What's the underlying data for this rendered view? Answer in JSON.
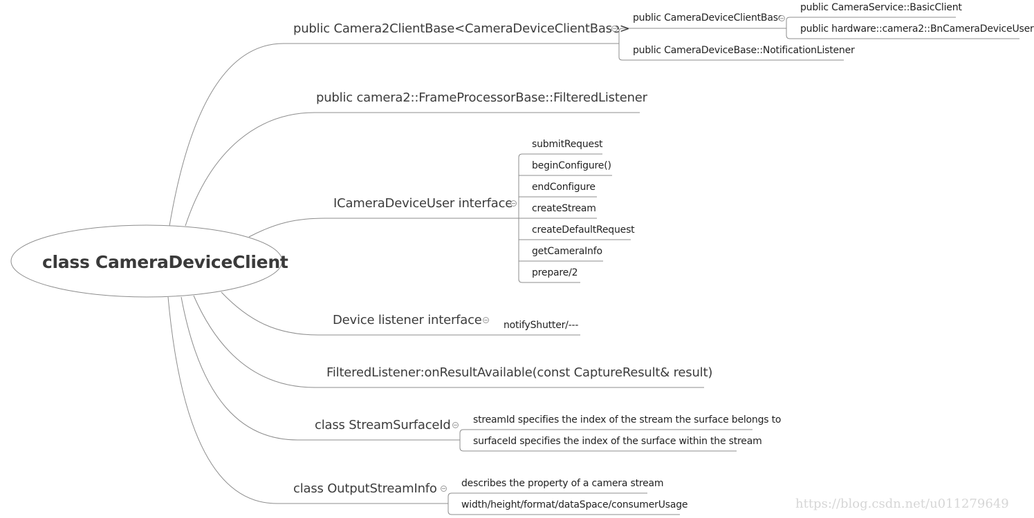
{
  "root": "class CameraDeviceClient",
  "branches": [
    {
      "label": "public Camera2ClientBase<CameraDeviceClientBase>",
      "children": [
        {
          "label": "public CameraDeviceClientBase",
          "children": [
            "public CameraService::BasicClient",
            "public hardware::camera2::BnCameraDeviceUser"
          ]
        },
        {
          "label": "public CameraDeviceBase::NotificationListener"
        }
      ]
    },
    {
      "label": "public camera2::FrameProcessorBase::FilteredListener"
    },
    {
      "label": "ICameraDeviceUser interface",
      "children": [
        "submitRequest",
        "beginConfigure()",
        "endConfigure",
        "createStream",
        "createDefaultRequest",
        "getCameraInfo",
        "prepare/2"
      ]
    },
    {
      "label": "Device listener interface",
      "children": [
        "notifyShutter/---"
      ]
    },
    {
      "label": "FilteredListener:onResultAvailable(const CaptureResult& result)"
    },
    {
      "label": "class StreamSurfaceId",
      "children": [
        "streamId specifies the index of the stream the surface belongs to",
        "surfaceId specifies the index of the surface within the stream"
      ]
    },
    {
      "label": "class OutputStreamInfo",
      "children": [
        "describes the property of a camera stream",
        "width/height/format/dataSpace/consumerUsage"
      ]
    }
  ],
  "watermark": "https://blog.csdn.net/u011279649"
}
